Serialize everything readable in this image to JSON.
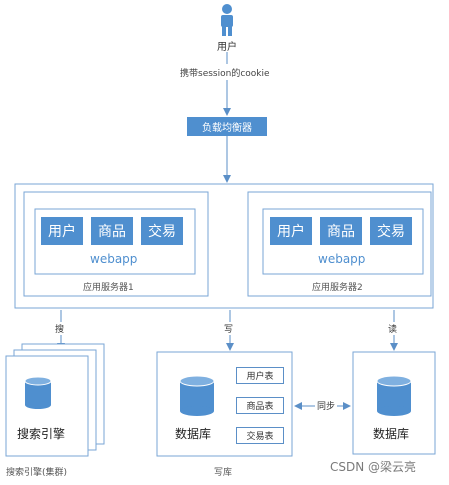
{
  "user": {
    "label": "用户",
    "edge_label": "携带session的cookie"
  },
  "load_balancer": {
    "label": "负载均衡器"
  },
  "servers": [
    {
      "modules": [
        "用户",
        "商品",
        "交易"
      ],
      "app_label": "webapp",
      "caption": "应用服务器1"
    },
    {
      "modules": [
        "用户",
        "商品",
        "交易"
      ],
      "app_label": "webapp",
      "caption": "应用服务器2"
    }
  ],
  "edges": {
    "search": "搜",
    "write": "写",
    "read": "读",
    "sync": "同步"
  },
  "search_engine": {
    "label": "搜索引擎",
    "caption": "搜索引擎(集群)"
  },
  "write_db": {
    "label": "数据库",
    "tables": [
      "用户表",
      "商品表",
      "交易表"
    ],
    "caption": "写库"
  },
  "read_db": {
    "label": "数据库"
  },
  "watermark": "CSDN @梁云亮",
  "colors": {
    "accent": "#4f8fcf",
    "line": "#5b8fc7",
    "border": "#7aa6d6"
  }
}
